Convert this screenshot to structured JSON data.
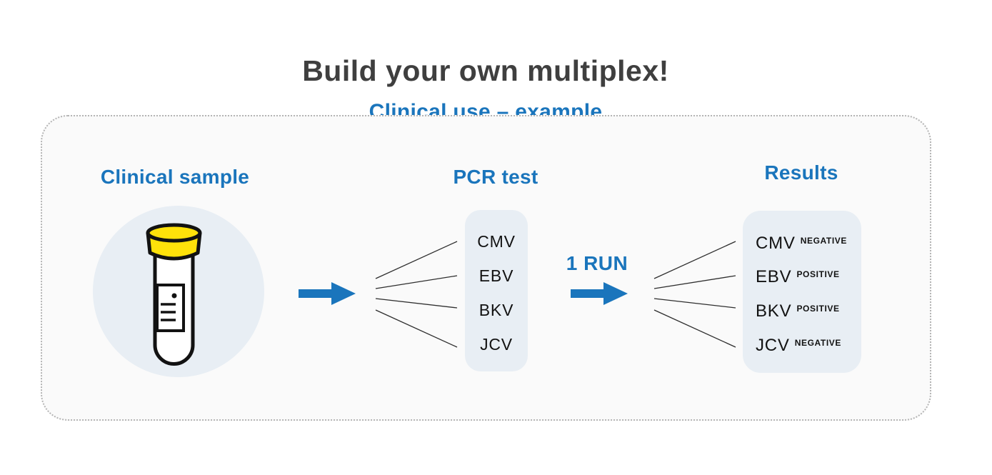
{
  "title": "Build your own multiplex!",
  "subtitle": "Clinical use – example",
  "panel": {
    "sample": {
      "heading": "Clinical sample",
      "icon": "test-tube"
    },
    "pcr": {
      "heading": "PCR test",
      "targets": [
        "CMV",
        "EBV",
        "BKV",
        "JCV"
      ]
    },
    "run": {
      "label": "1 RUN"
    },
    "results": {
      "heading": "Results",
      "items": [
        {
          "target": "CMV",
          "result": "NEGATIVE"
        },
        {
          "target": "EBV",
          "result": "POSITIVE"
        },
        {
          "target": "BKV",
          "result": "POSITIVE"
        },
        {
          "target": "JCV",
          "result": "NEGATIVE"
        }
      ]
    }
  },
  "colors": {
    "accent_blue": "#1a75bc",
    "heading_dark": "#3f3f3f",
    "panel_background": "#fafafa",
    "box_fill": "#e8eef4",
    "cap_yellow": "#ffe20a",
    "line_dark": "#2e2e2e"
  }
}
